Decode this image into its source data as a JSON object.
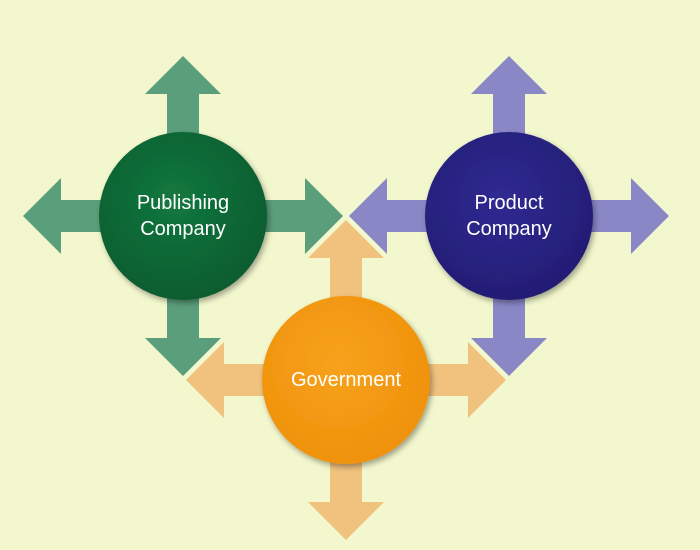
{
  "diagram": {
    "nodes": [
      {
        "id": "publishing",
        "label": "Publishing\nCompany",
        "circle_color": "#0b6132",
        "arrow_color": "#5a9e7b"
      },
      {
        "id": "product",
        "label": "Product\nCompany",
        "circle_color": "#27217d",
        "arrow_color": "#8a87c7"
      },
      {
        "id": "government",
        "label": "Government",
        "circle_color": "#f29811",
        "arrow_color": "#f0c27e"
      }
    ],
    "background_color": "#f2f7cd"
  }
}
